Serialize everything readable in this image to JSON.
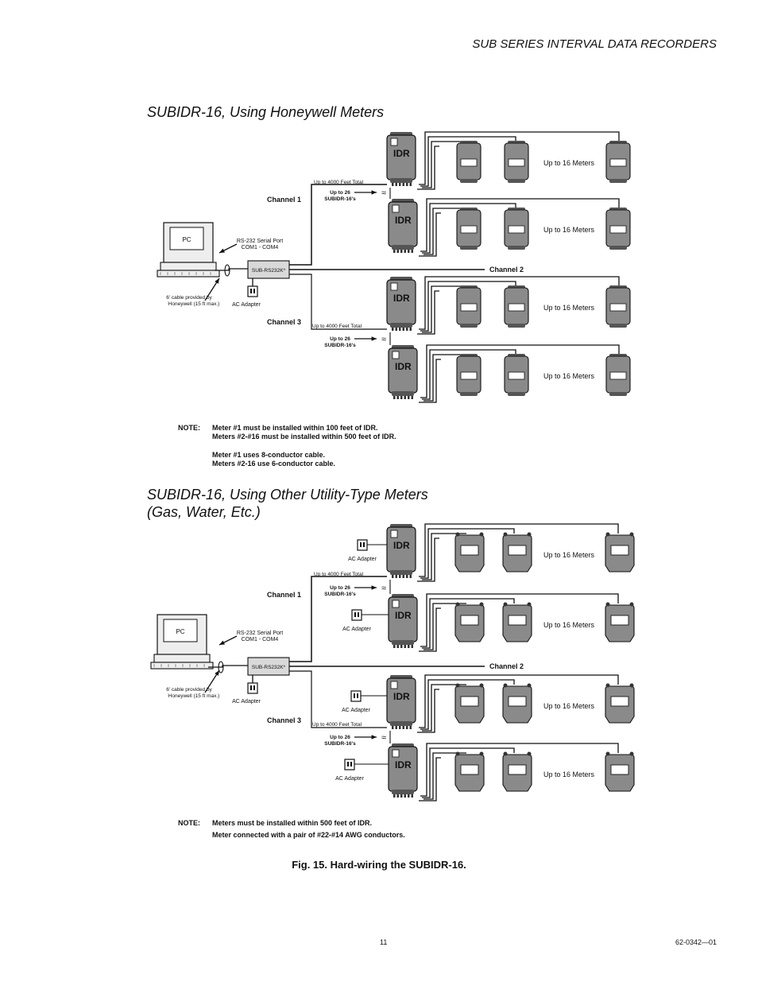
{
  "header": {
    "title": "SUB SERIES INTERVAL DATA RECORDERS"
  },
  "section1": {
    "title": "SUBIDR-16, Using Honeywell Meters",
    "labels": {
      "idr": "IDR",
      "pc": "PC",
      "channel1": "Channel 1",
      "channel2": "Channel 2",
      "channel3": "Channel 3",
      "feet_total": "Up to 4000 Feet Total",
      "up_to_26_line1": "Up to 26",
      "up_to_26_line2": "SUBIDR-16's",
      "meters": "Up to 16 Meters",
      "serial_port_line1": "RS-232 Serial Port",
      "serial_port_line2": "COM1 - COM4",
      "converter": "SUB-RS232K*",
      "cable_line1": "6' cable provided by",
      "cable_line2": "Honeywell (15 ft max.)",
      "ac_adapter": "AC Adapter",
      "approx": "≈"
    },
    "note": {
      "label": "NOTE:",
      "lines": [
        "Meter #1 must be installed within 100 feet of IDR.",
        "Meters #2-#16 must be installed within 500 feet of IDR.",
        "Meter #1 uses 8-conductor cable.",
        "Meters #2-16 use 6-conductor cable."
      ]
    }
  },
  "section2": {
    "title_line1": "SUBIDR-16, Using Other Utility-Type Meters",
    "title_line2": "(Gas, Water, Etc.)",
    "labels": {
      "idr": "IDR",
      "pc": "PC",
      "channel1": "Channel 1",
      "channel2": "Channel 2",
      "channel3": "Channel 3",
      "feet_total": "Up to 4000 Feet Total",
      "up_to_26_line1": "Up to 26",
      "up_to_26_line2": "SUBIDR-16's",
      "meters": "Up to 16 Meters",
      "serial_port_line1": "RS-232 Serial Port",
      "serial_port_line2": "COM1 - COM4",
      "converter": "SUB-RS232K*",
      "cable_line1": "6' cable provided by",
      "cable_line2": "Honeywell (15 ft max.)",
      "ac_adapter": "AC Adapter",
      "approx": "≈"
    },
    "note": {
      "label": "NOTE:",
      "lines": [
        "Meters must be installed within 500 feet of IDR.",
        "Meter connected with a pair of #22-#14 AWG conductors."
      ]
    }
  },
  "caption": "Fig. 15. Hard-wiring the SUBIDR-16.",
  "footer": {
    "page_number": "11",
    "doc_number": "62-0342—01"
  },
  "colors": {
    "device_fill": "#8a8a8a",
    "converter_fill": "#d9d9d9",
    "pc_fill": "#eeeeee",
    "line": "#111111"
  }
}
